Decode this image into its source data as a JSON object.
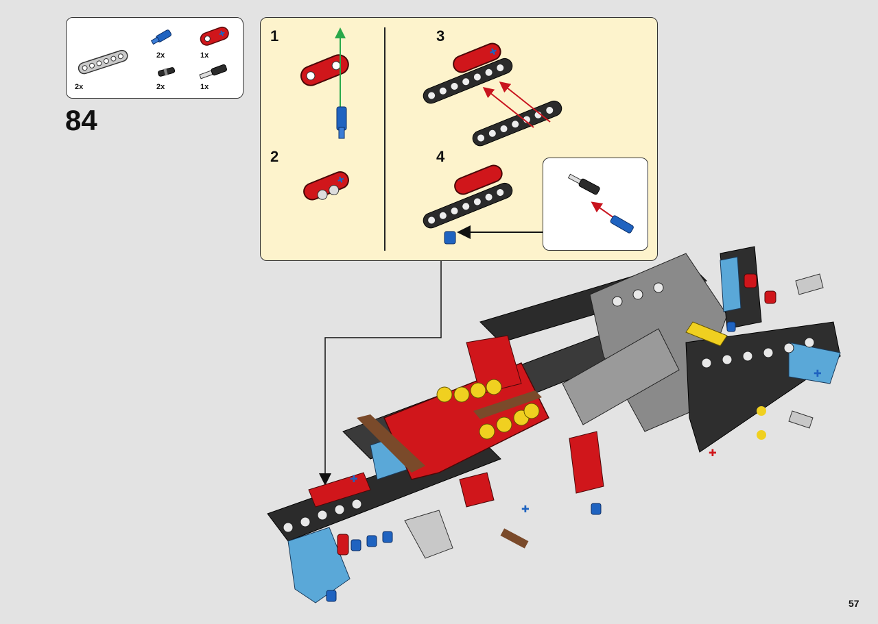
{
  "parts_list": {
    "items": [
      {
        "part": "gray-beam-7",
        "quantity": "2x"
      },
      {
        "part": "blue-axle-pin",
        "quantity": "2x"
      },
      {
        "part": "red-double-lever",
        "quantity": "1x"
      },
      {
        "part": "black-friction-pin",
        "quantity": "2x"
      },
      {
        "part": "black-axle-connector",
        "quantity": "1x"
      }
    ]
  },
  "step": {
    "number": "84"
  },
  "sub_steps": {
    "labels": [
      "1",
      "2",
      "3",
      "4"
    ]
  },
  "page": {
    "number": "57"
  },
  "colors": {
    "panel": "#fdf3cc",
    "red": "#d0161b",
    "blue": "#1f63c0",
    "dark_gray": "#2b2b2b",
    "light_gray": "#c8c8c8",
    "azure": "#5aa8d8",
    "yellow": "#f0d020",
    "brown": "#7a4a2a",
    "arrow_green": "#2aa84a",
    "arrow_red": "#c8141e"
  }
}
